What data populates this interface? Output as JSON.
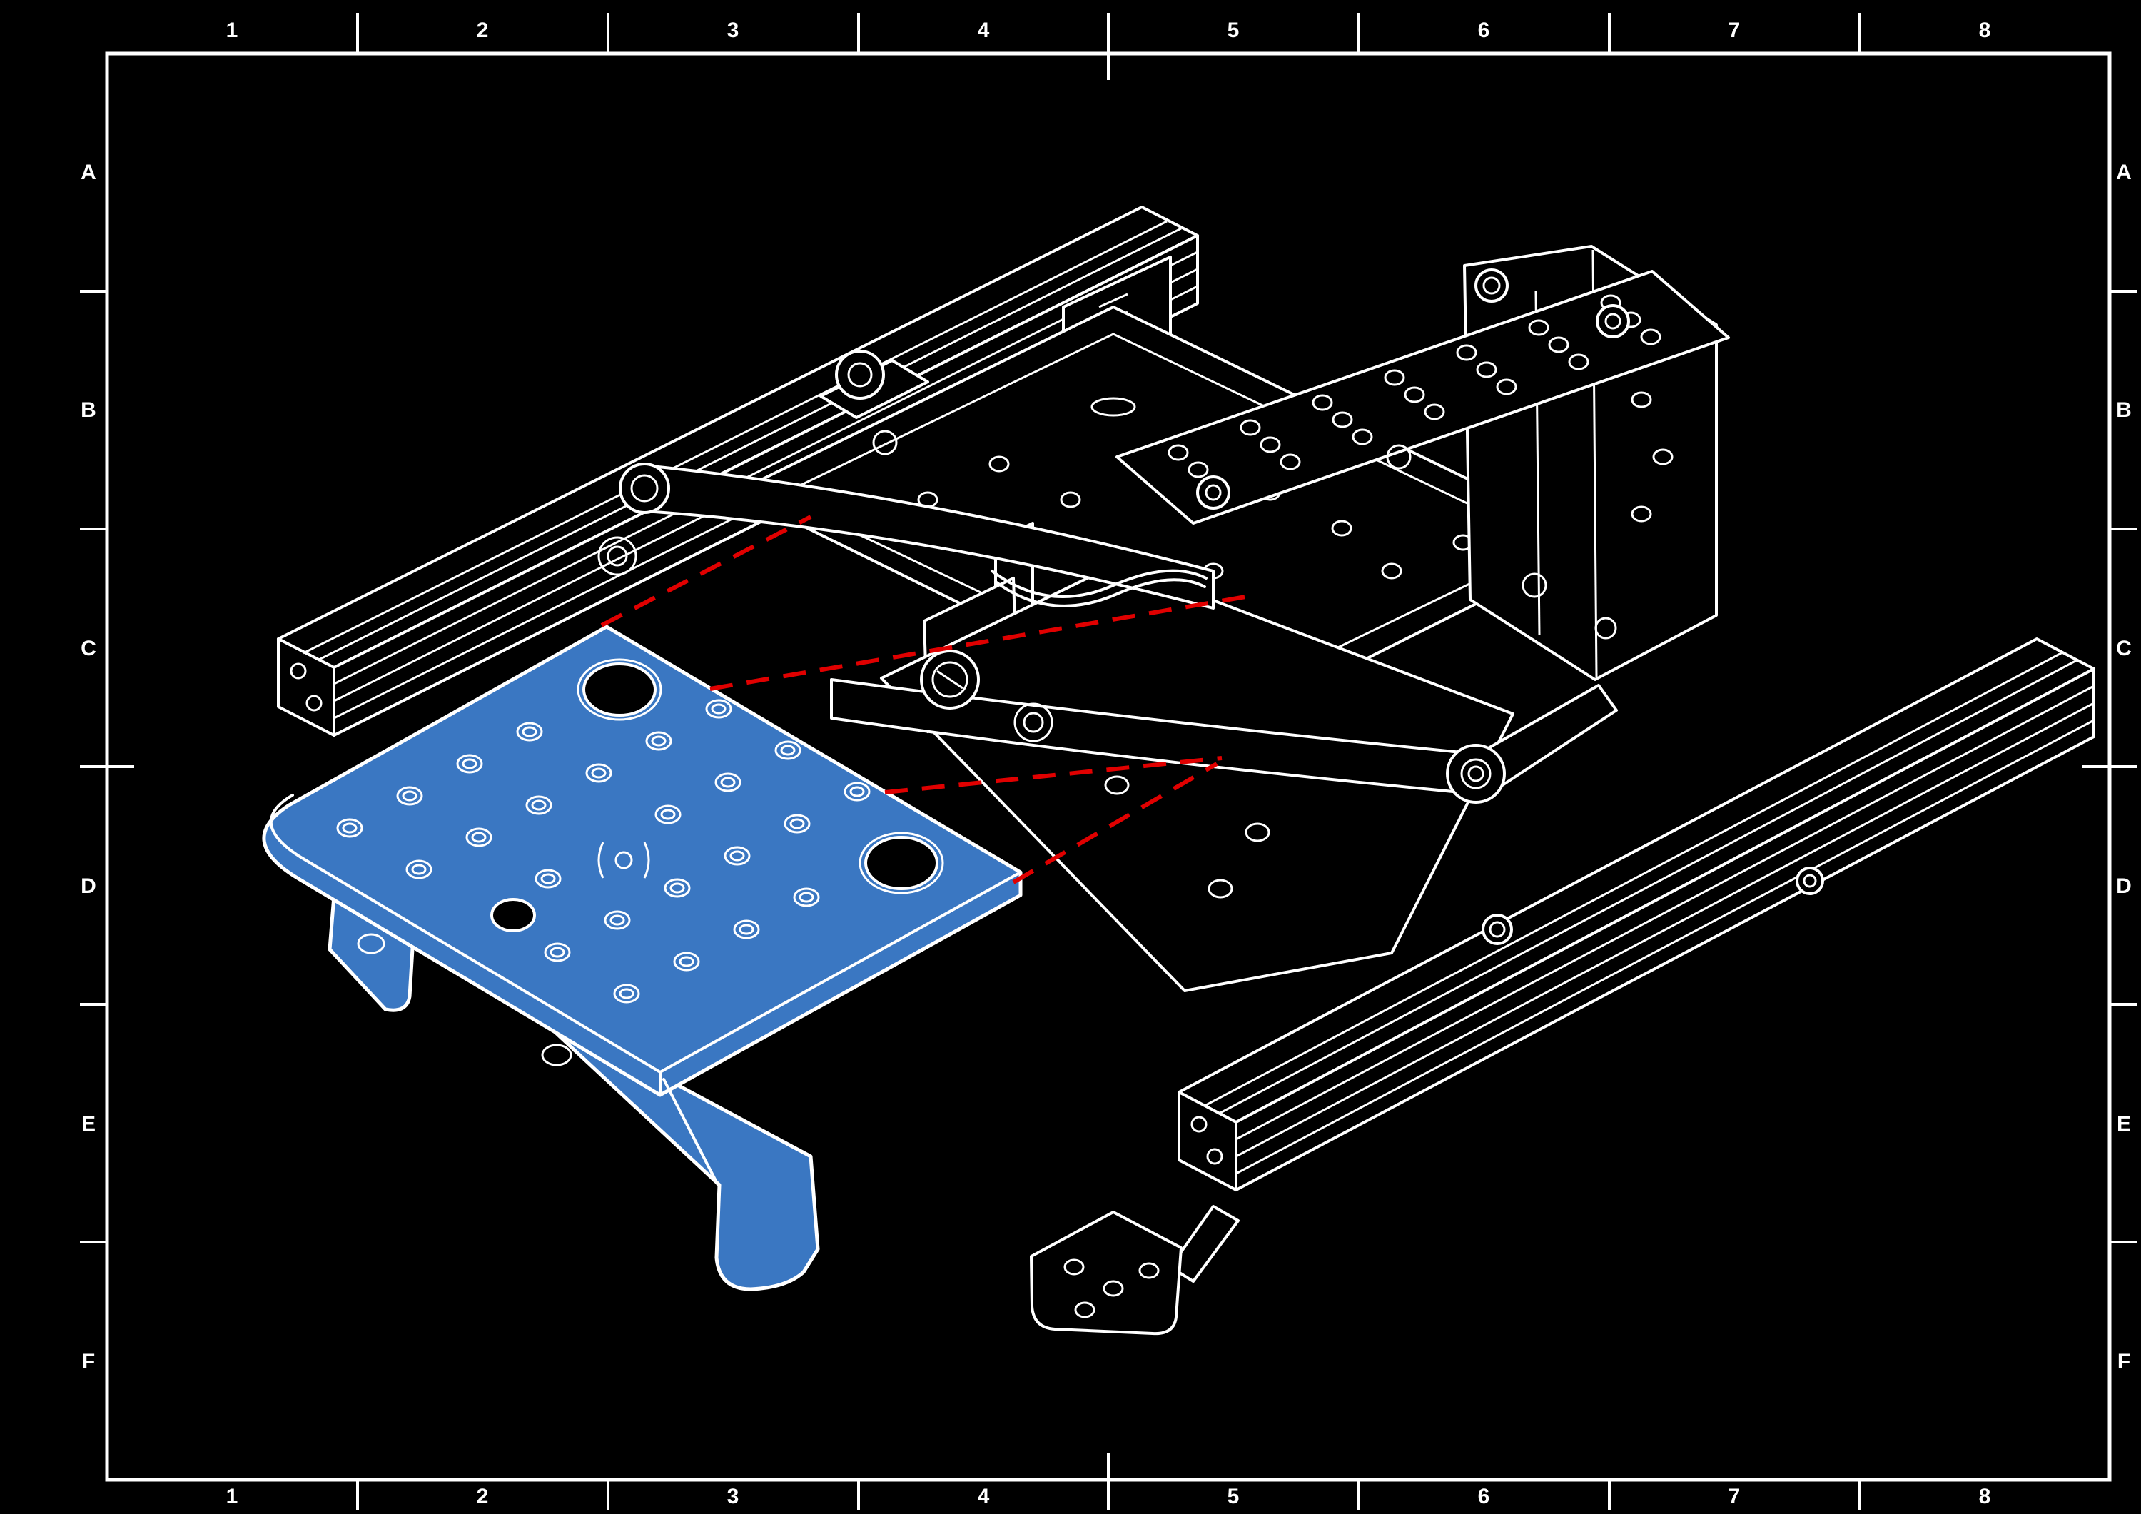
{
  "frame": {
    "columns": [
      "1",
      "2",
      "3",
      "4",
      "5",
      "6",
      "7",
      "8"
    ],
    "rows": [
      "A",
      "B",
      "C",
      "D",
      "E",
      "F"
    ]
  },
  "colors": {
    "background": "#000000",
    "line": "#ffffff",
    "highlight": "#3a77c2",
    "guide": "#e00000"
  }
}
